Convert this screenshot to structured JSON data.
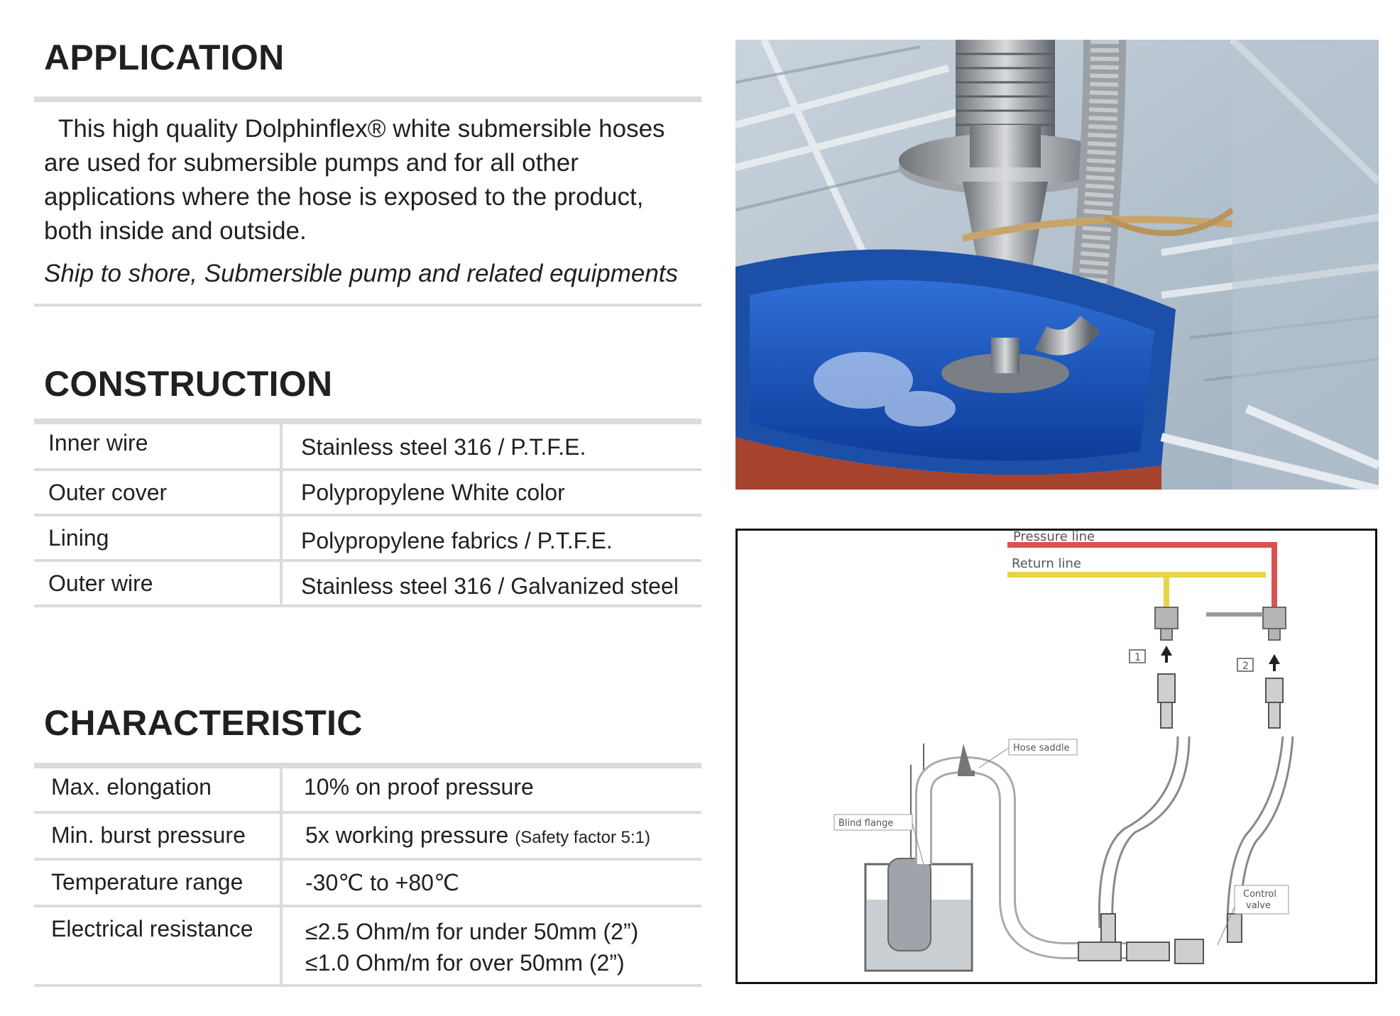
{
  "application": {
    "heading": "APPLICATION",
    "paragraph": "This high quality Dolphinflex® white submersible hoses are used for submersible pumps and for all other applications where the hose is exposed to the product, both inside and outside.",
    "italic_note": "Ship to shore, Submersible pump and related equipments"
  },
  "construction": {
    "heading": "CONSTRUCTION",
    "rows": [
      {
        "label": "Inner wire",
        "value": "Stainless steel 316 / P.T.F.E."
      },
      {
        "label": "Outer cover",
        "value": "Polypropylene White color"
      },
      {
        "label": "Lining",
        "value": "Polypropylene fabrics / P.T.F.E."
      },
      {
        "label": "Outer wire",
        "value": "Stainless steel 316 / Galvanized steel"
      }
    ]
  },
  "characteristic": {
    "heading": "CHARACTERISTIC",
    "rows": [
      {
        "label": "Max. elongation",
        "value": "10% on proof pressure",
        "note": ""
      },
      {
        "label": "Min. burst pressure",
        "value": "5x working pressure",
        "note": "(Safety factor 5:1)"
      },
      {
        "label": "Temperature range",
        "value": "-30℃ to +80℃",
        "note": ""
      },
      {
        "label": "Electrical resistance",
        "value": "≤2.5 Ohm/m for under 50mm (2”)",
        "value2": "≤1.0 Ohm/m for over 50mm (2”)"
      }
    ]
  },
  "diagram": {
    "pressure_line": "Pressure line",
    "return_line": "Return line",
    "num1": "1",
    "num2": "2",
    "hose_saddle": "Hose saddle",
    "blind_flange": "Blind flange",
    "control_valve_1": "Control",
    "control_valve_2": "valve"
  },
  "colors": {
    "heading": "#231f20",
    "rule": "#dcdcdc",
    "pressure_line": "#d9534f",
    "return_line": "#e8d34a",
    "tank_blue": "#1c4fa8"
  }
}
